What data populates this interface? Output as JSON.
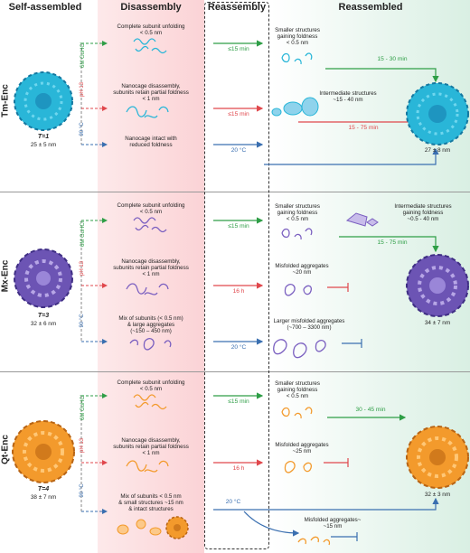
{
  "headers": {
    "self": "Self-assembled",
    "dis": "Disassembly",
    "rea": "Reassembly",
    "reassembled": "Reassembled"
  },
  "colors": {
    "guhcl": "#2e9e46",
    "ph": "#e0474c",
    "temp": "#3a6fb0",
    "tm": "#29b6d8",
    "mx": "#7a5fc0",
    "qt": "#f39a2c"
  },
  "conditions": {
    "guhcl": "6M GuHCl",
    "ph": "pH 13",
    "temp": "90 °C"
  },
  "rows": [
    {
      "name": "Tm-Enc",
      "tnum": "T=1",
      "size": "25 ± 5 nm",
      "d1": "Complete subunit unfolding",
      "d1s": "< 0.5 nm",
      "d2": "Nanocage disassembly,",
      "d2b": "subunits retain partial foldness",
      "d2s": "< 1 nm",
      "d3": "Nanocage intact with",
      "d3b": "reduced foldness",
      "r1": "≤15 min",
      "r2": "≤15 min",
      "r3": "20 °C",
      "o1": "Smaller structures",
      "o1b": "gaining foldness",
      "o1s": "< 0.5 nm",
      "o2": "Intermediate structures",
      "o2s": "~15 - 40 nm",
      "t1": "15 - 30 min",
      "t2": "15 - 75 min",
      "final": "27 ± 8 nm"
    },
    {
      "name": "Mx-Enc",
      "tnum": "T=3",
      "size": "32 ± 6 nm",
      "d1": "Complete subunit unfolding",
      "d1s": "< 0.5 nm",
      "d2": "Nanocage disassembly,",
      "d2b": "subunits retain partial foldness",
      "d2s": "< 1 nm",
      "d3": "Mix of subunits (< 0.5 nm)",
      "d3b": "& large aggregates",
      "d3s": "(~150 – 450 nm)",
      "r1": "≤15 min",
      "r2": "16 h",
      "r3": "20 °C",
      "o1": "Smaller structures",
      "o1b": "gaining foldness",
      "o1s": "< 0.5 nm",
      "o1r": "Intermediate structures",
      "o1rb": "gaining foldness",
      "o1rs": "~0.5 - 40 nm",
      "o2": "Misfolded aggregates",
      "o2s": "~20 nm",
      "o3": "Larger misfolded aggregates",
      "o3s": "(~700 – 3300 nm)",
      "t1": "15 - 75 min",
      "final": "34 ± 7 nm"
    },
    {
      "name": "Qt-Enc",
      "tnum": "T=4",
      "size": "38 ± 7 nm",
      "d1": "Complete subunit unfolding",
      "d1s": "< 0.5 nm",
      "d2": "Nanocage disassembly,",
      "d2b": "subunits retain partial foldness",
      "d2s": "< 1 nm",
      "d3": "Mix of subunits < 0.5 nm",
      "d3b": "& small structures ~15 nm",
      "d3c": "& intact structures",
      "r1": "≤15 min",
      "r2": "16 h",
      "r3": "20 °C",
      "o1": "Smaller structures",
      "o1b": "gaining foldness",
      "o1s": "< 0.5 nm",
      "o2": "Misfolded aggregates",
      "o2s": "~25 nm",
      "o3": "Misfolded aggregates~",
      "o3s": "~15 nm",
      "t1": "30 - 45 min",
      "final": "32 ± 3 nm"
    }
  ]
}
